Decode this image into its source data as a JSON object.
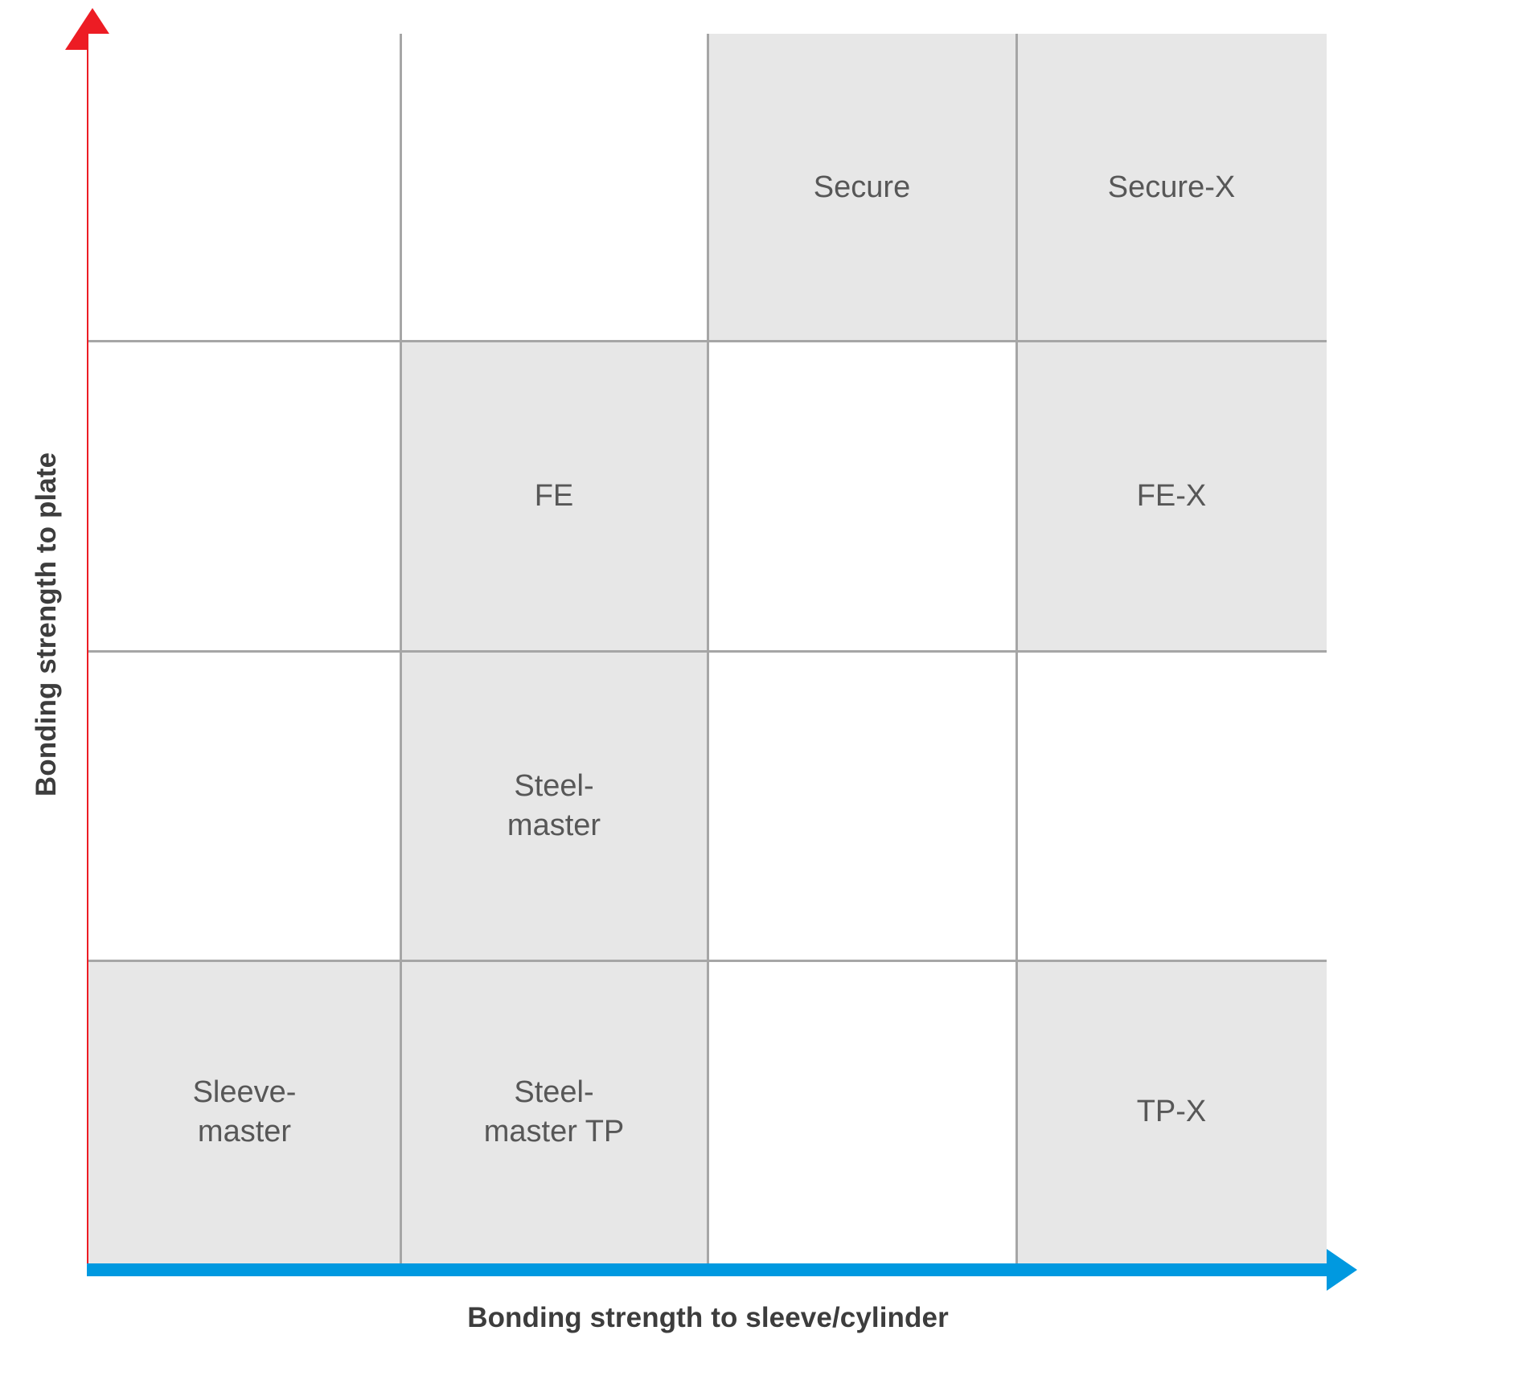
{
  "chart_data": {
    "type": "table",
    "title": "",
    "xlabel": "Bonding strength to sleeve/cylinder",
    "ylabel": "Bonding strength to plate",
    "x_axis_color": "#0099e0",
    "y_axis_color": "#ed1c24",
    "filled_cell_color": "#e7e7e7",
    "empty_cell_color": "#ffffff",
    "gridline_color": "#a6a6a6",
    "label_color": "#575757",
    "grid": {
      "columns": 4,
      "rows": 4
    },
    "columns": [
      "col-1",
      "col-2",
      "col-3",
      "col-4"
    ],
    "rows": [
      "row-4-top",
      "row-3",
      "row-2",
      "row-1-bottom"
    ],
    "cells": [
      {
        "row": 0,
        "col": 0,
        "label": "",
        "filled": false
      },
      {
        "row": 0,
        "col": 1,
        "label": "",
        "filled": false
      },
      {
        "row": 0,
        "col": 2,
        "label": "Secure",
        "filled": true
      },
      {
        "row": 0,
        "col": 3,
        "label": "Secure-X",
        "filled": true
      },
      {
        "row": 1,
        "col": 0,
        "label": "",
        "filled": false
      },
      {
        "row": 1,
        "col": 1,
        "label": "FE",
        "filled": true
      },
      {
        "row": 1,
        "col": 2,
        "label": "",
        "filled": false
      },
      {
        "row": 1,
        "col": 3,
        "label": "FE-X",
        "filled": true
      },
      {
        "row": 2,
        "col": 0,
        "label": "",
        "filled": false
      },
      {
        "row": 2,
        "col": 1,
        "label": "Steel-\nmaster",
        "filled": true
      },
      {
        "row": 2,
        "col": 2,
        "label": "",
        "filled": false
      },
      {
        "row": 2,
        "col": 3,
        "label": "",
        "filled": false
      },
      {
        "row": 3,
        "col": 0,
        "label": "Sleeve-\nmaster",
        "filled": true
      },
      {
        "row": 3,
        "col": 1,
        "label": "Steel-\nmaster TP",
        "filled": true
      },
      {
        "row": 3,
        "col": 2,
        "label": "",
        "filled": false
      },
      {
        "row": 3,
        "col": 3,
        "label": "TP-X",
        "filled": true
      }
    ],
    "axes": {
      "x_arrow_icon": "arrow-right-icon",
      "y_arrow_icon": "arrow-up-icon"
    }
  }
}
